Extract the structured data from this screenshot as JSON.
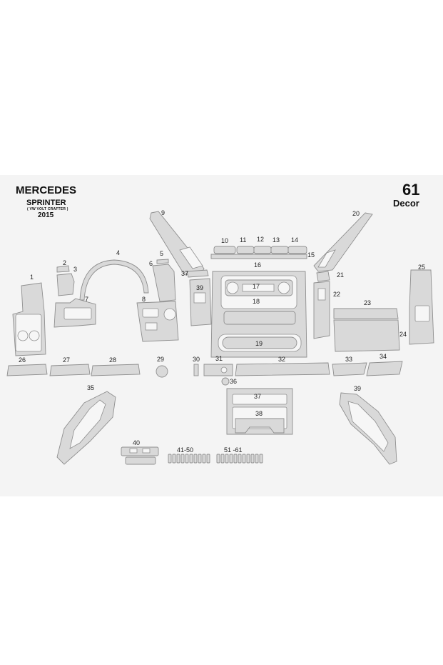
{
  "header": {
    "brand": "MERCEDES",
    "model": "SPRINTER",
    "model_note": "( VW VOLT CRAFTER )",
    "year": "2015",
    "kit_number": "61",
    "kit_type": "Decor"
  },
  "colors": {
    "part_fill": "#d9d9d9",
    "part_stroke": "#8f8f8f",
    "background": "#f4f4f4"
  },
  "part_labels": [
    "1",
    "2",
    "3",
    "4",
    "5",
    "6",
    "7",
    "8",
    "9",
    "10",
    "11",
    "12",
    "13",
    "14",
    "15",
    "16",
    "17",
    "18",
    "19",
    "20",
    "21",
    "22",
    "23",
    "24",
    "25",
    "26",
    "27",
    "28",
    "29",
    "30",
    "31",
    "32",
    "33",
    "34",
    "35",
    "36",
    "37",
    "37",
    "38",
    "39",
    "39",
    "40",
    "41-50",
    "51 -61"
  ]
}
